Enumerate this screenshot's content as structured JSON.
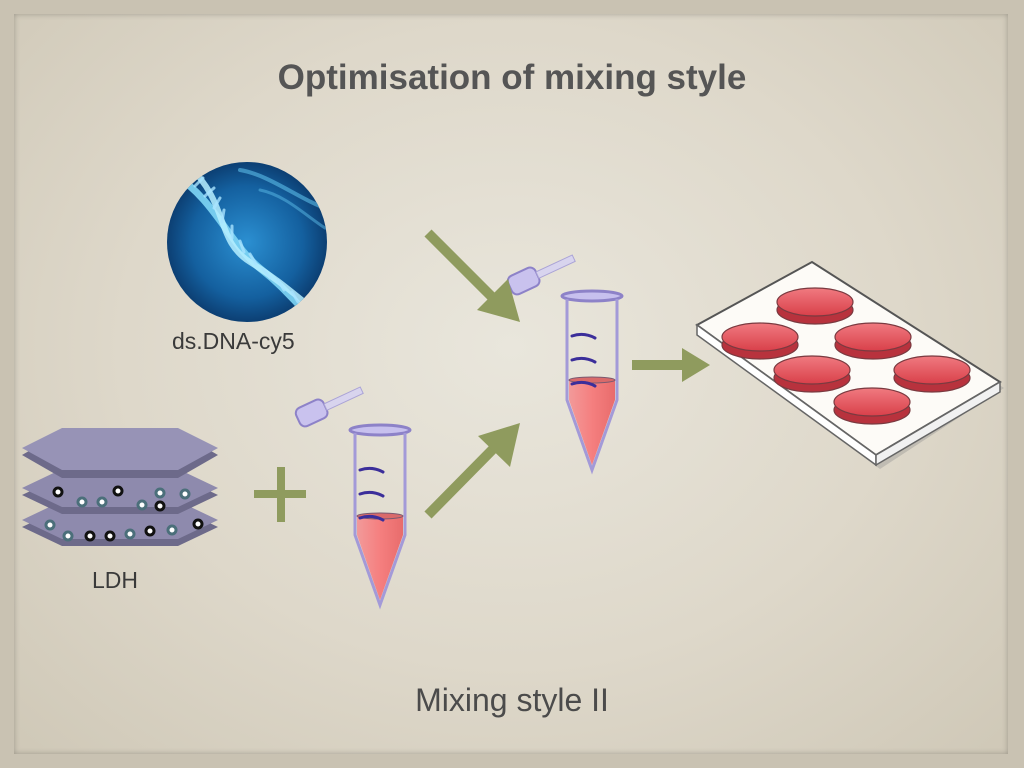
{
  "title": "Optimisation of mixing style",
  "labels": {
    "dna": "ds.DNA-cy5",
    "ldh": "LDH"
  },
  "caption": "Mixing style II",
  "colors": {
    "arrow": "#8f9b5e",
    "plus": "#8f9b5e",
    "tube_outline": "#9a8fd0",
    "tube_liquid": "#ef8080",
    "well_liquid": "#e8555f",
    "dna_bg": "#1a5f9e"
  }
}
